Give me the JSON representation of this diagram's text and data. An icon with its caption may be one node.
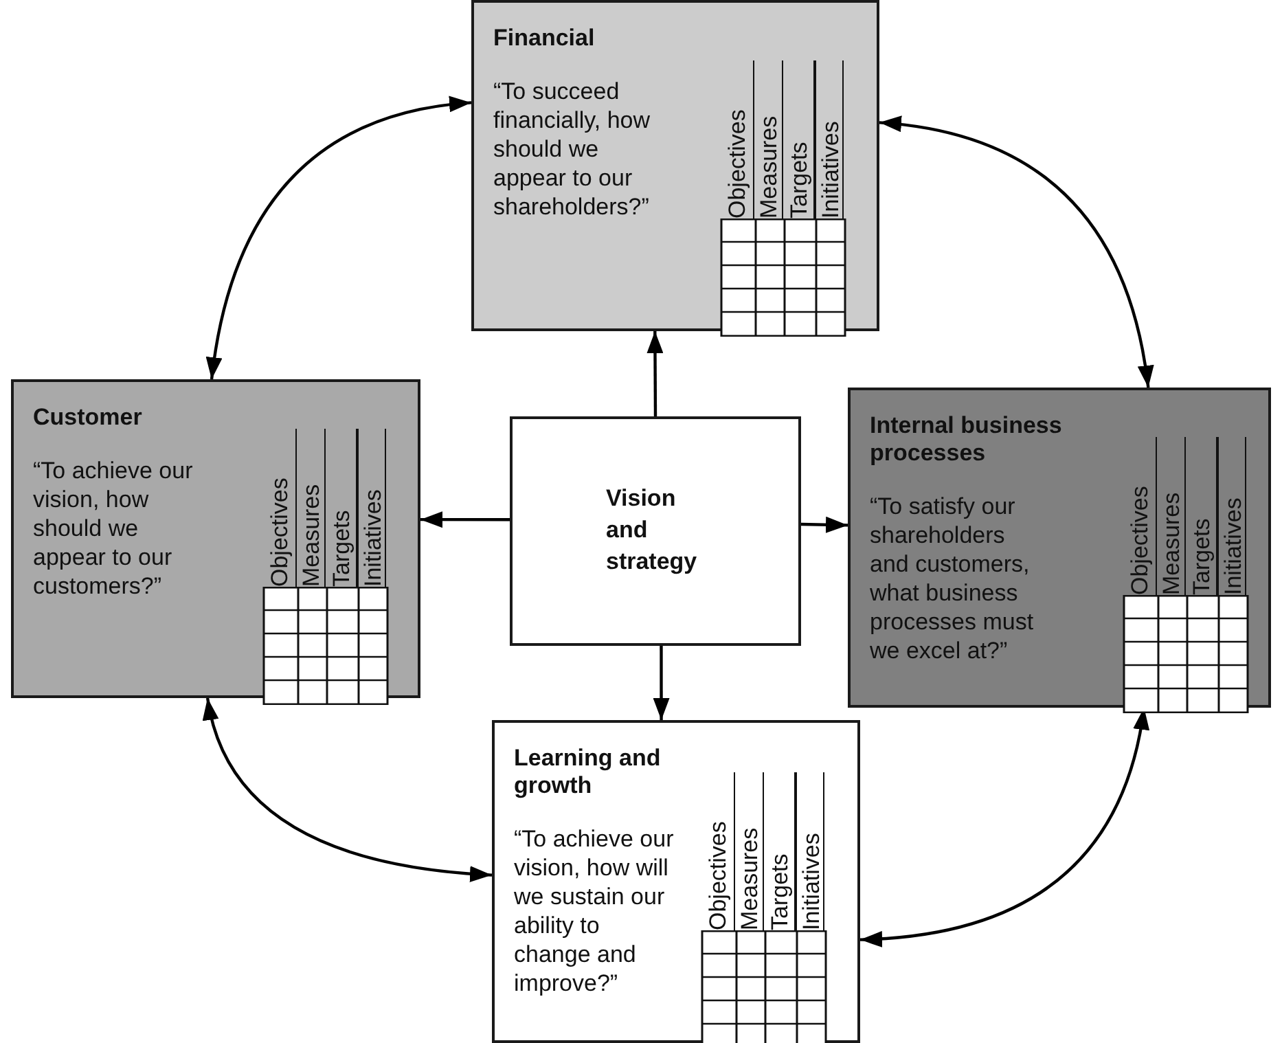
{
  "diagram": {
    "nodes": [
      {
        "text": [
          "Financial",
          "“To succeed financially, how should we appear to our shareholders?”",
          "Objectives",
          "Measures",
          "Targets",
          "Initiatives"
        ]
      },
      {
        "text": [
          "Customer",
          "“To achieve our vision, how should we appear to our customers?”",
          "Objectives",
          "Measures",
          "Targets",
          "Initiatives"
        ]
      },
      {
        "text": [
          "Vision and strategy"
        ]
      },
      {
        "text": [
          "Internal business processes",
          "“To satisfy our shareholders and customers, what business processes must we excel at?”",
          "Objectives",
          "Measures",
          "Targets",
          "Initiatives"
        ]
      },
      {
        "text": [
          "Learning and growth",
          "“To achieve our vision, how will we sustain our ability to change and improve?”",
          "Objectives",
          "Measures",
          "Targets",
          "Initiatives"
        ]
      }
    ],
    "edges": [
      {
        "from": 2,
        "to": 0,
        "arrow": "to"
      },
      {
        "from": 2,
        "to": 1,
        "arrow": "to"
      },
      {
        "from": 2,
        "to": 3,
        "arrow": "to"
      },
      {
        "from": 2,
        "to": 4,
        "arrow": "to"
      },
      {
        "from": 0,
        "to": 1,
        "arrow": "both"
      },
      {
        "from": 0,
        "to": 3,
        "arrow": "both"
      },
      {
        "from": 1,
        "to": 4,
        "arrow": "both"
      },
      {
        "from": 4,
        "to": 3,
        "arrow": "both"
      }
    ]
  }
}
